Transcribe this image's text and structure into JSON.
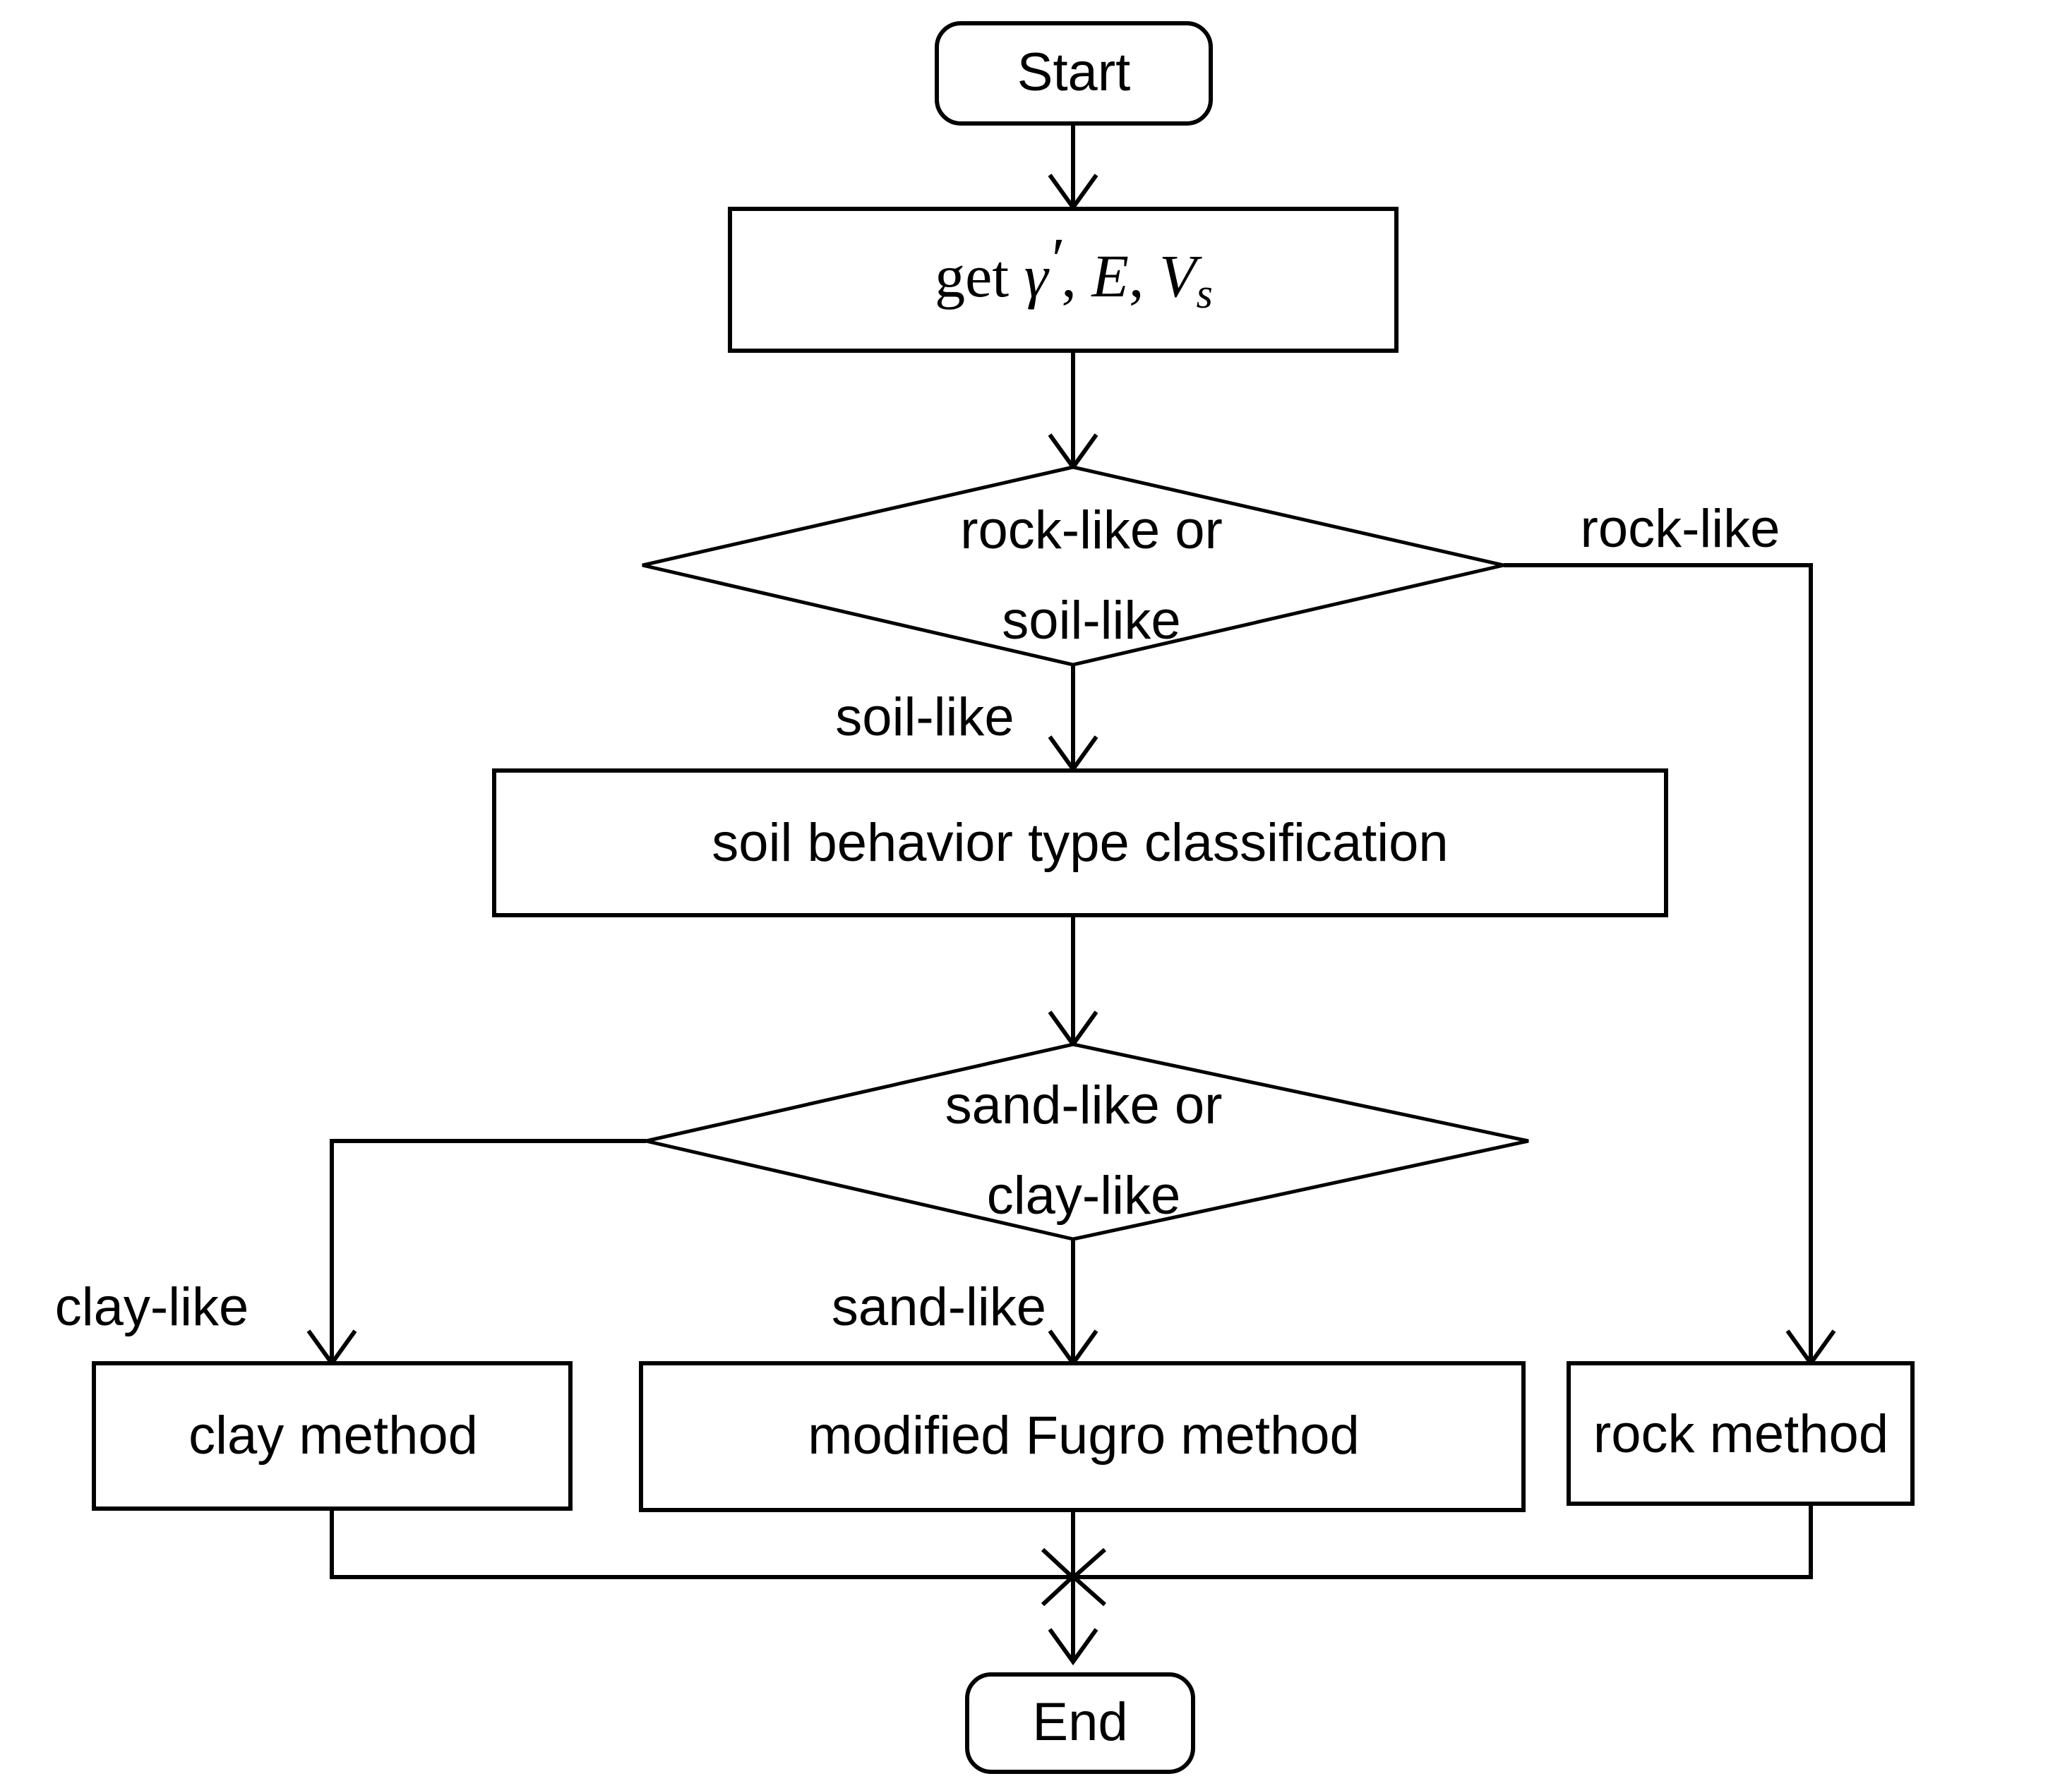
{
  "diagram": {
    "title": "pile design method selection flowchart",
    "background_color": "#ffffff",
    "line_color": "#000000",
    "nodes": {
      "start": {
        "label": "Start",
        "shape": "rounded-terminator"
      },
      "get_params": {
        "label": "get γ′, E, Vₛ",
        "shape": "process-rectangle",
        "parts": {
          "verb": "get ",
          "gamma": "γ",
          "prime": "′",
          "comma1": ", ",
          "modulus": "E",
          "comma2": ", ",
          "velocity": "V",
          "velocity_sub": "s"
        }
      },
      "decision_rock_soil": {
        "label_line1": "rock-like or",
        "label_line2": "soil-like",
        "shape": "decision-diamond"
      },
      "soil_classification": {
        "label": "soil behavior type classification",
        "shape": "process-rectangle"
      },
      "decision_sand_clay": {
        "label_line1": "sand-like or",
        "label_line2": "clay-like",
        "shape": "decision-diamond"
      },
      "clay_method": {
        "label": "clay method",
        "shape": "process-rectangle"
      },
      "fugro_method": {
        "label": "modified Fugro method",
        "shape": "process-rectangle"
      },
      "rock_method": {
        "label": "rock method",
        "shape": "process-rectangle"
      },
      "end": {
        "label": "End",
        "shape": "rounded-terminator"
      }
    },
    "edge_labels": {
      "rock_like": "rock-like",
      "soil_like": "soil-like",
      "clay_like": "clay-like",
      "sand_like": "sand-like"
    }
  }
}
